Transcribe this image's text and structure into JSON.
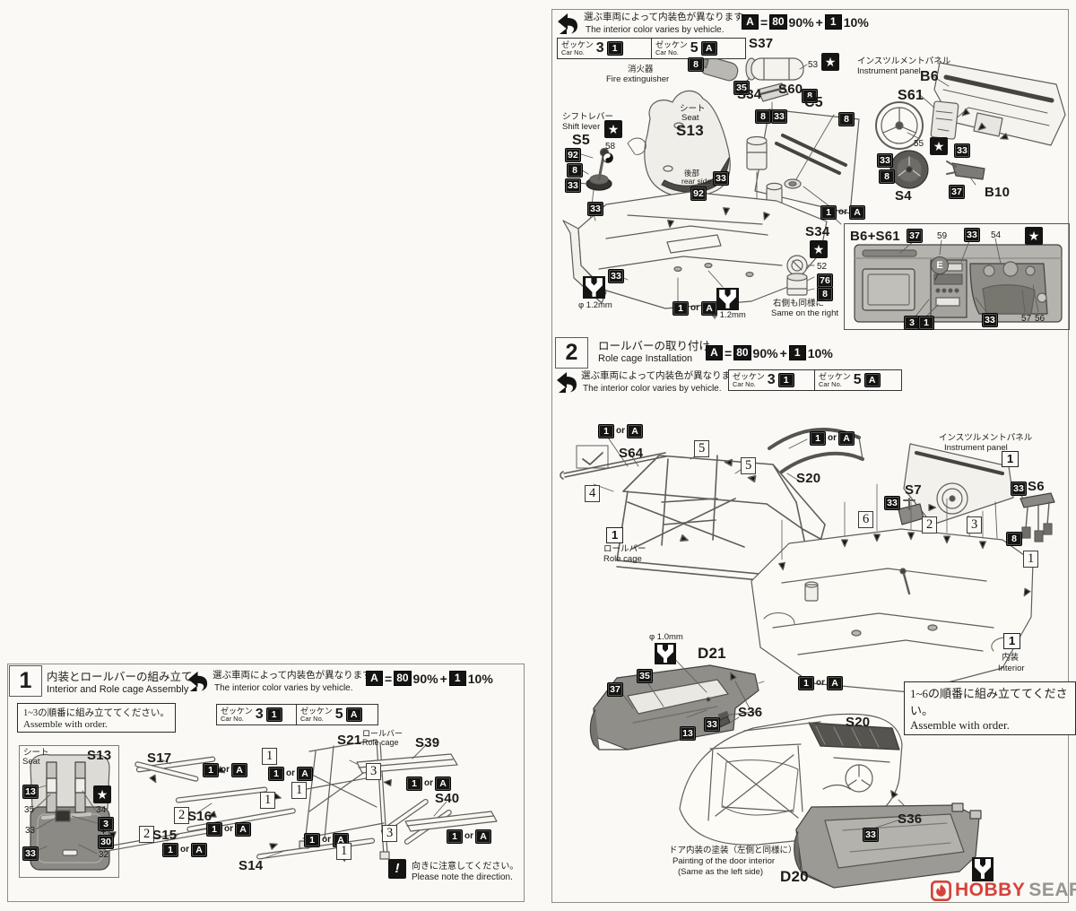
{
  "common": {
    "note_jp": "選ぶ車両によって内装色が異なります。",
    "note_en": "The interior color varies by vehicle.",
    "formula": {
      "a": "A",
      "eq": "=",
      "p80": "80",
      "v90": "90%",
      "plus": "+",
      "p1": "1",
      "v10": "10%"
    },
    "zekken_jp": "ゼッケン",
    "zekken_en": "Car No.",
    "car3": "3",
    "car5": "5",
    "chip1": "1",
    "chipA": "A",
    "or": "or"
  },
  "chips": {
    "c1": "1",
    "c3": "3",
    "c8": "8",
    "c13": "13",
    "c30": "30",
    "c33": "33",
    "c35": "35",
    "c37": "37",
    "c76": "76",
    "c92": "92"
  },
  "nums": {
    "n32": "32",
    "n33": "33",
    "n34": "34",
    "n35": "35",
    "n52": "52",
    "n53": "53",
    "n54": "54",
    "n55": "55",
    "n56": "56",
    "n57": "57",
    "n58": "58",
    "n59": "59"
  },
  "order": {
    "o1": "1",
    "o2": "2",
    "o3": "3",
    "o4": "4",
    "o5": "5",
    "o6": "6"
  },
  "star": "★",
  "step1": {
    "num": "1",
    "title_jp": "内装とロールバーの組み立て",
    "title_en": "Interior and Role cage Assembly",
    "order_jp": "1~3の順番に組み立ててください。",
    "order_en": "Assemble with order.",
    "seat_jp": "シート",
    "seat_en": "Seat",
    "s13": "S13",
    "s14": "S14",
    "s15": "S15",
    "s16": "S16",
    "s17": "S17",
    "s21": "S21",
    "s39": "S39",
    "s40": "S40",
    "rolecage_jp": "ロールバー",
    "rolecage_en": "Role cage",
    "plus": "+",
    "warn": "!",
    "dir_jp": "向きに注意してください。",
    "dir_en": "Please note the direction."
  },
  "interior": {
    "s37": "S37",
    "s34": "S34",
    "s60": "S60",
    "c5": "C5",
    "s13": "S13",
    "s5": "S5",
    "b6": "B6",
    "s61": "S61",
    "s4": "S4",
    "b10": "B10",
    "fire_jp": "消火器",
    "fire_en": "Fire extinguisher",
    "seat_jp": "シート",
    "seat_en": "Seat",
    "shift_jp": "シフトレバー",
    "shift_en": "Shift lever",
    "rear_jp": "後部",
    "rear_en": "rear side",
    "same_jp": "右側も同様に",
    "same_en": "Same on the right",
    "panel_jp": "インスツルメントパネル",
    "panel_en": "Instrument panel",
    "b6s61": "B6+S61",
    "e": "E",
    "drill": "φ 1.2mm"
  },
  "step2": {
    "num": "2",
    "title_jp": "ロールバーの取り付け",
    "title_en": "Role cage Installation",
    "s64": "S64",
    "s20": "S20",
    "s7": "S7",
    "s6": "S6",
    "s36": "S36",
    "d21": "D21",
    "d20": "D20",
    "ref1": "1",
    "rolecage_jp": "ロールバー",
    "rolecage_en": "Role cage",
    "panel_jp": "インスツルメントパネル",
    "panel_en": "Instrument panel",
    "interior_jp": "内装",
    "interior_en": "Interior",
    "order_jp": "1~6の順番に組み立ててください。",
    "order_en": "Assemble with order.",
    "drill": "φ 1.0mm",
    "door_jp": "ドア内装の塗装（左側と同様に）",
    "door_en1": "Painting of the door interior",
    "door_en2": "(Same as the left side)"
  },
  "watermark": {
    "hobby": "HOBBY",
    "search": "SEARCH"
  }
}
